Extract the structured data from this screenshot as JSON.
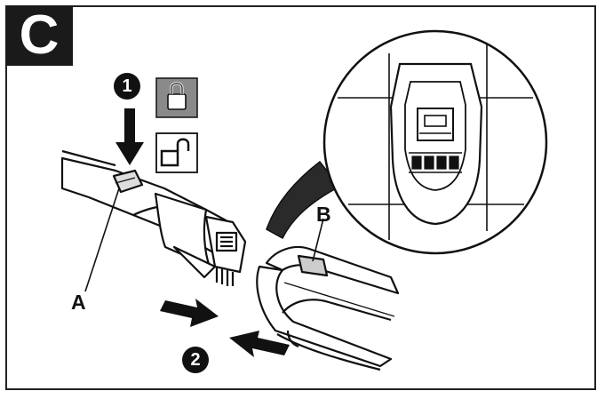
{
  "figure": {
    "panel_letter": "C",
    "step_one": "1",
    "step_two": "2",
    "label_a": "A",
    "label_b": "B",
    "lock_icon": "padlock-closed-icon",
    "unlock_icon": "padlock-open-icon",
    "colors": {
      "ink": "#111111",
      "lock_tile": "#8a8a8a",
      "background": "#ffffff"
    }
  }
}
